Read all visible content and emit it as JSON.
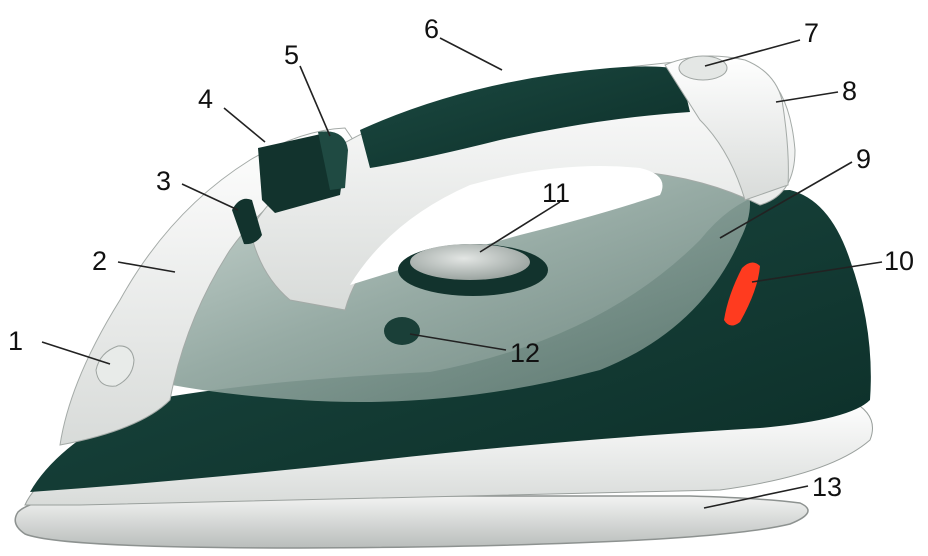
{
  "figure": {
    "subject": "steam-iron",
    "colors": {
      "body_dark": "#123a33",
      "body_white": "#f4f5f3",
      "water_tank": "#8fa59e",
      "soleplate": "#d9dcda",
      "indicator": "#ff3b1f"
    }
  },
  "callouts": [
    {
      "id": "1",
      "label": "1"
    },
    {
      "id": "2",
      "label": "2"
    },
    {
      "id": "3",
      "label": "3"
    },
    {
      "id": "4",
      "label": "4"
    },
    {
      "id": "5",
      "label": "5"
    },
    {
      "id": "6",
      "label": "6"
    },
    {
      "id": "7",
      "label": "7"
    },
    {
      "id": "8",
      "label": "8"
    },
    {
      "id": "9",
      "label": "9"
    },
    {
      "id": "10",
      "label": "10"
    },
    {
      "id": "11",
      "label": "11"
    },
    {
      "id": "12",
      "label": "12"
    },
    {
      "id": "13",
      "label": "13"
    }
  ]
}
